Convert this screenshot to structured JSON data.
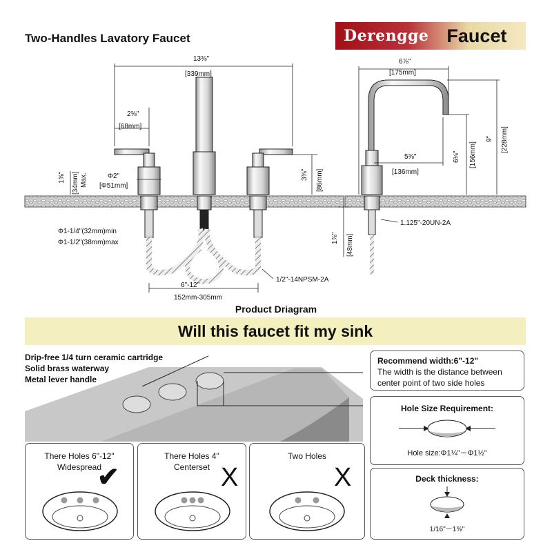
{
  "title": "Two-Handles Lavatory Faucet",
  "brand": {
    "name": "Derengge",
    "word": "Faucet"
  },
  "dims": {
    "overall_in": "13⅜\"",
    "overall_mm": "[339mm]",
    "handle_in": "2⅝\"",
    "handle_mm": "[68mm]",
    "base_in": "Φ2\"",
    "base_mm": "[Φ51mm]",
    "deck_in": "1⅜\"",
    "deck_mm": "[34mm]",
    "deck_max": "Max.",
    "escut_in": "3⅜\"",
    "escut_mm": "[86mm]",
    "hole_min": "Φ1-1/4\"(32mm)min",
    "hole_max": "Φ1-1/2\"(38mm)max",
    "spread_in": "6\"-12\"",
    "spread_mm": "152mm-305mm",
    "npsm": "1/2\"-14NPSM-2A",
    "reach_in": "6⅞\"",
    "reach_mm": "[175mm]",
    "height_in": "9\"",
    "height_mm": "[228mm]",
    "spout_in": "6⅛\"",
    "spout_mm": "[156mm]",
    "spout_reach_in": "5⅜\"",
    "spout_reach_mm": "[136mm]",
    "thread": "1.125\"-20UN-2A",
    "shank_in": "1⅞\"",
    "shank_mm": "[48mm]"
  },
  "product_label": "Product Driagram",
  "banner": "Will this faucet fit my sink",
  "features": [
    "Drip-free 1/4 turn ceramic cartridge",
    "Solid brass waterway",
    "Metal lever handle"
  ],
  "recommend": {
    "title": "Recommend width:6\"-12\"",
    "line1": "The width is the distance between",
    "line2": "center point of two side holes"
  },
  "hole_size": {
    "title": "Hole Size Requirement:",
    "label": "Hole size:Φ1¼\"－Φ1½\""
  },
  "deck": {
    "title": "Deck thickness:",
    "label": "1/16\"－1⅜\""
  },
  "options": [
    {
      "line1": "There Holes 6\"-12\"",
      "line2": "Widespread",
      "mark": "✔"
    },
    {
      "line1": "There Holes 4\"",
      "line2": "Centerset",
      "mark": "X"
    },
    {
      "line1": "Two Holes",
      "line2": "",
      "mark": "X"
    }
  ],
  "colors": {
    "brand_red": "#a01018",
    "banner_bg": "#f3efbf",
    "accent_red": "#d9382c"
  }
}
